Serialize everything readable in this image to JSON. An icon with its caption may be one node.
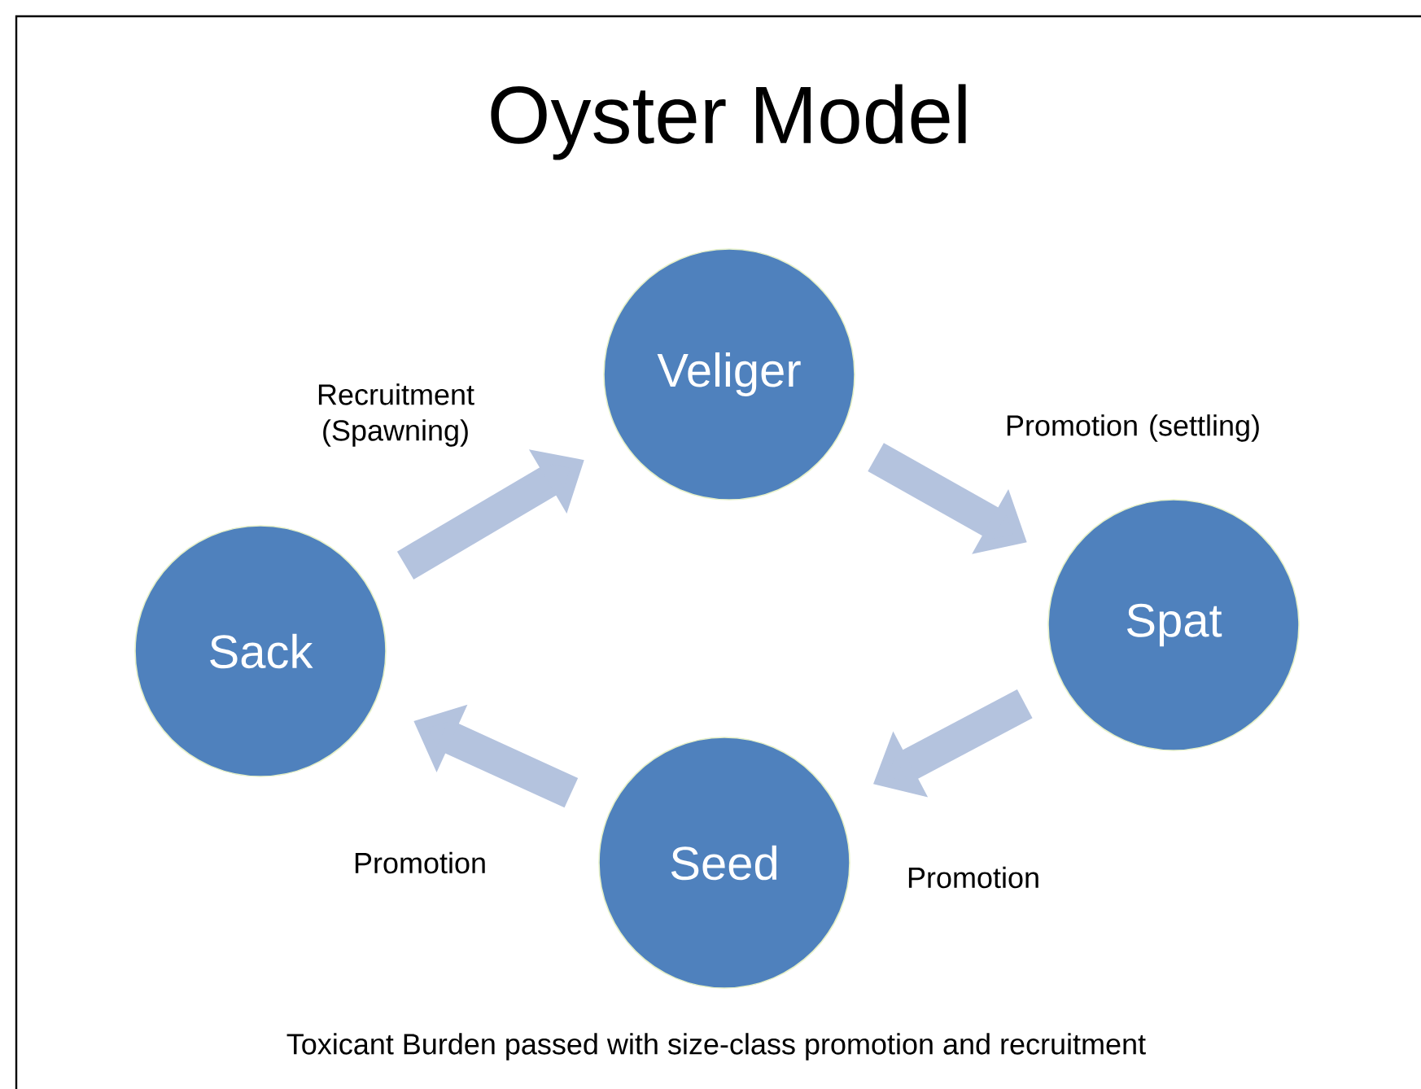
{
  "diagram": {
    "title": "Oyster Model",
    "caption": "Toxicant Burden passed with size-class promotion and recruitment",
    "nodes": [
      {
        "text": [
          "Veliger"
        ]
      },
      {
        "text": [
          "Spat"
        ]
      },
      {
        "text": [
          "Seed"
        ]
      },
      {
        "text": [
          "Sack"
        ]
      }
    ],
    "edges": [
      {
        "from": 3,
        "to": 0,
        "arrow": "to",
        "label": "Recruitment (Spawning)"
      },
      {
        "from": 0,
        "to": 1,
        "arrow": "to",
        "label": "Promotion (settling)"
      },
      {
        "from": 1,
        "to": 2,
        "arrow": "to",
        "label": "Promotion"
      },
      {
        "from": 2,
        "to": 3,
        "arrow": "to",
        "label": "Promotion"
      }
    ]
  }
}
